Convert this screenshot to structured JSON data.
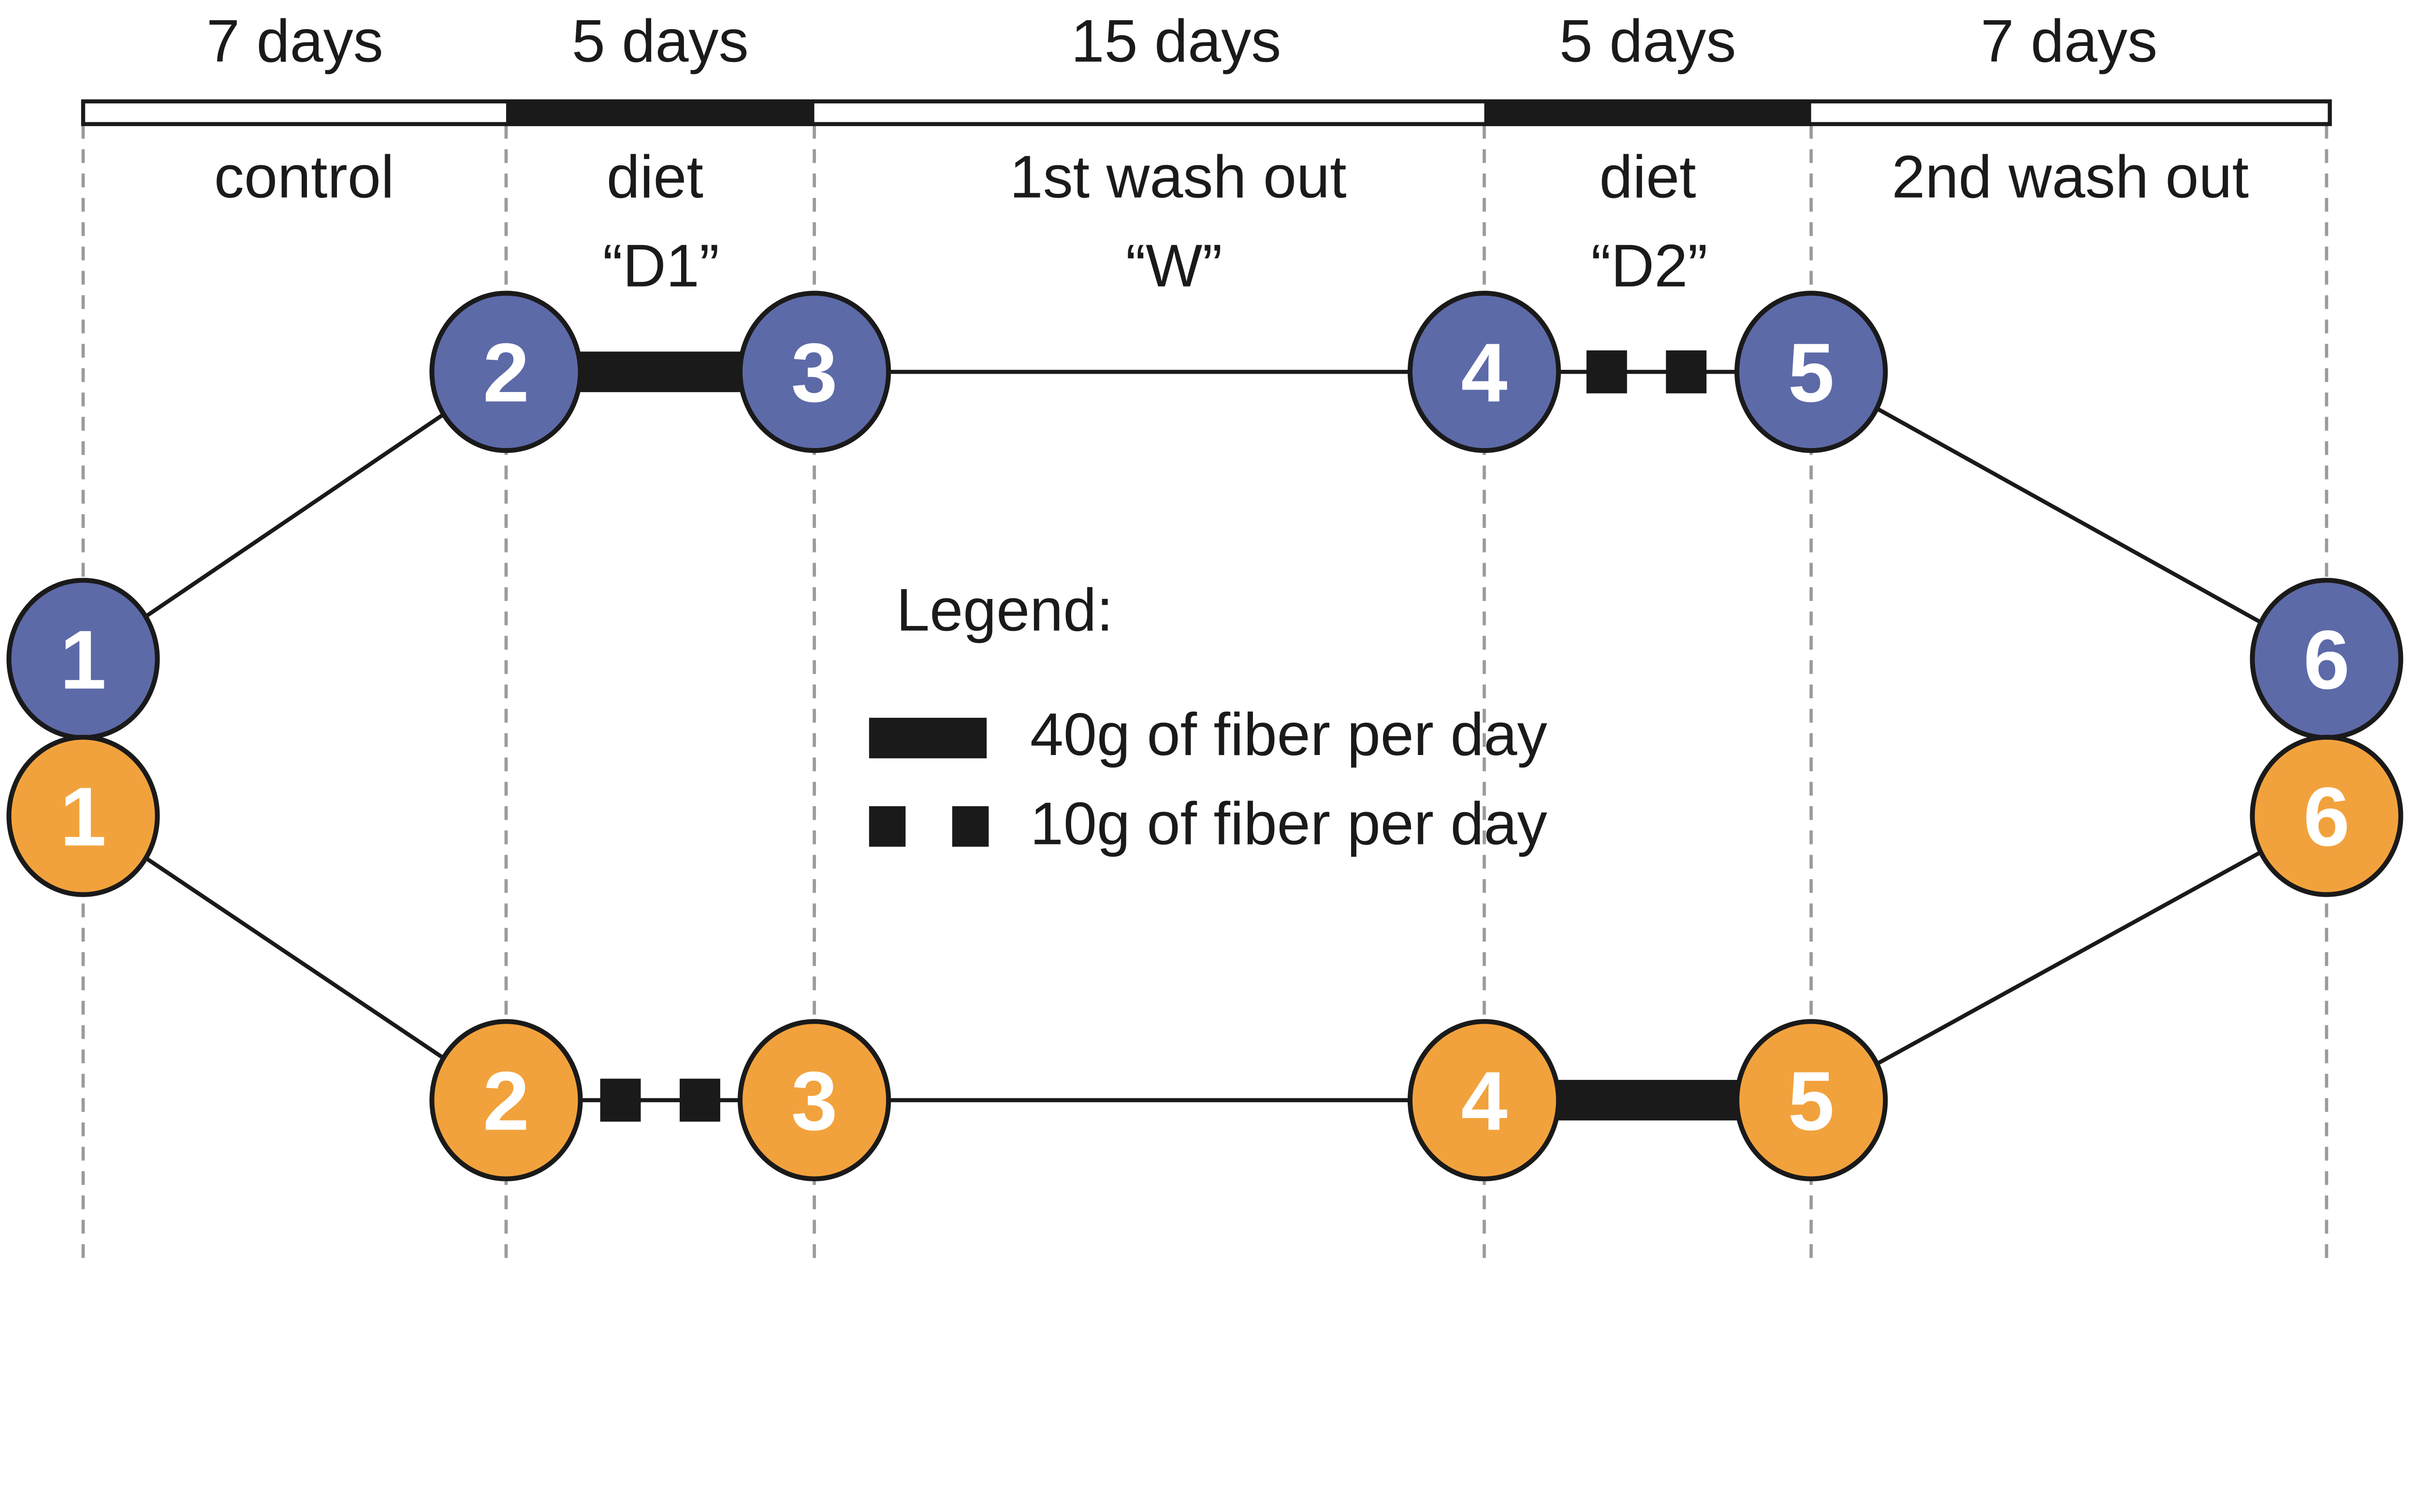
{
  "timeline": {
    "phases": [
      {
        "duration": "7 days",
        "label": "control",
        "code": ""
      },
      {
        "duration": "5 days",
        "label": "diet",
        "code": "“D1”"
      },
      {
        "duration": "15 days",
        "label": "1st wash out",
        "code": "“W”"
      },
      {
        "duration": "5 days",
        "label": "diet",
        "code": "“D2”"
      },
      {
        "duration": "7 days",
        "label": "2nd wash out",
        "code": ""
      }
    ]
  },
  "arms": {
    "top": {
      "nodes": [
        "1",
        "2",
        "3",
        "4",
        "5",
        "6"
      ]
    },
    "bottom": {
      "nodes": [
        "1",
        "2",
        "3",
        "4",
        "5",
        "6"
      ]
    }
  },
  "legend": {
    "title": "Legend:",
    "items": [
      {
        "symbol": "solid-bar",
        "label": "40g of fiber per day"
      },
      {
        "symbol": "two-squares",
        "label": "10g of fiber per day"
      }
    ]
  },
  "colors": {
    "arm_top": "#5d6aa8",
    "arm_bottom": "#f2a23c",
    "ink": "#1a1a1a",
    "guide_gray": "#9b9b9b"
  }
}
